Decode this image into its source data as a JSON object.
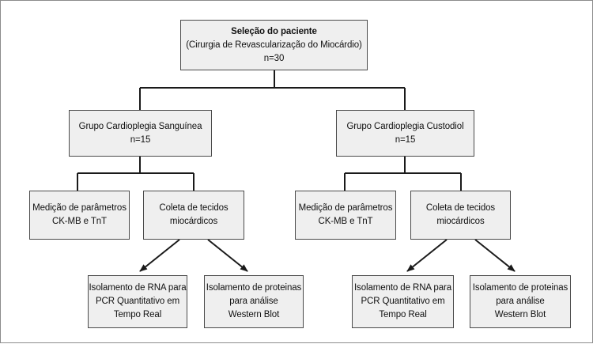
{
  "colors": {
    "box_fill": "#efefef",
    "box_border": "#4a4a4a",
    "line": "#1a1a1a",
    "frame": "#8c8c8c"
  },
  "nodes": {
    "patient_selection": {
      "title": "Seleção do paciente",
      "subtitle": "(Cirurgia de Revascularização do Miocárdio)",
      "count": "n=30"
    },
    "group_blood": {
      "title": "Grupo Cardioplegia Sanguínea",
      "count": "n=15"
    },
    "group_custodiol": {
      "title": "Grupo Cardioplegia Custodiol",
      "count": "n=15"
    },
    "left_measure": {
      "line1": "Medição de parâmetros",
      "line2": "CK-MB e TnT"
    },
    "left_tissue": {
      "line1": "Coleta de tecidos",
      "line2": "miocárdicos"
    },
    "left_rna": {
      "line1": "Isolamento de RNA para",
      "line2": "PCR Quantitativo em",
      "line3": "Tempo Real"
    },
    "left_protein": {
      "line1": "Isolamento de proteinas",
      "line2": "para análise",
      "line3": "Western Blot"
    },
    "right_measure": {
      "line1": "Medição de parâmetros",
      "line2": "CK-MB e TnT"
    },
    "right_tissue": {
      "line1": "Coleta de tecidos",
      "line2": "miocárdicos"
    },
    "right_rna": {
      "line1": "Isolamento de RNA para",
      "line2": "PCR Quantitativo em",
      "line3": "Tempo Real"
    },
    "right_protein": {
      "line1": "Isolamento de proteinas",
      "line2": "para análise",
      "line3": "Western Blot"
    }
  }
}
